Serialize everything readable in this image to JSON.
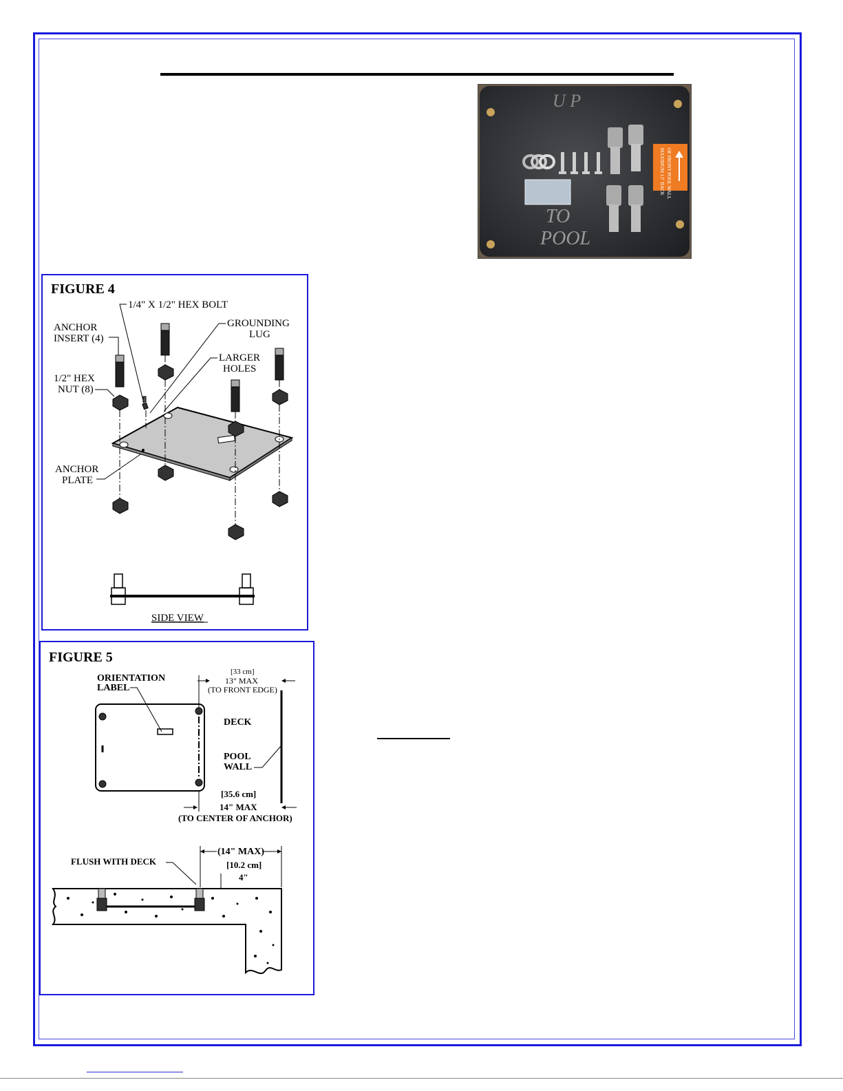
{
  "photo": {
    "handwriting_up": "U P",
    "handwriting_to": "TO",
    "handwriting_pool": "POOL",
    "orange_label_line1": "MAXIMUM 13\" BACK",
    "orange_label_line2": "OF FRONT POOL WALL"
  },
  "figure4": {
    "title": "FIGURE 4",
    "hex_bolt": "1/4\" X 1/2\" HEX BOLT",
    "grounding_line1": "GROUNDING",
    "grounding_line2": "LUG",
    "anchor_insert_line1": "ANCHOR",
    "anchor_insert_line2": "INSERT (4)",
    "larger_line1": "LARGER",
    "larger_line2": "HOLES",
    "hex_nut_line1": "1/2\" HEX",
    "hex_nut_line2": "NUT (8)",
    "anchor_plate_line1": "ANCHOR",
    "anchor_plate_line2": "PLATE",
    "side_view": "SIDE VIEW"
  },
  "figure5": {
    "title": "FIGURE 5",
    "orientation_line1": "ORIENTATION",
    "orientation_line2": "LABEL",
    "dim_cm_top": "[33 cm]",
    "dim_in_top": "13\" MAX",
    "dim_note_top": "(TO FRONT EDGE)",
    "deck": "DECK",
    "pool_line1": "POOL",
    "pool_line2": "WALL",
    "dim_cm_bottom": "[35.6 cm]",
    "dim_in_bottom": "14\" MAX",
    "dim_note_bottom": "(TO CENTER OF ANCHOR)",
    "flush": "FLUSH WITH DECK",
    "dim_14": "(14\" MAX)",
    "dim_cm_depth": "[10.2 cm]",
    "dim_depth": "4\""
  }
}
